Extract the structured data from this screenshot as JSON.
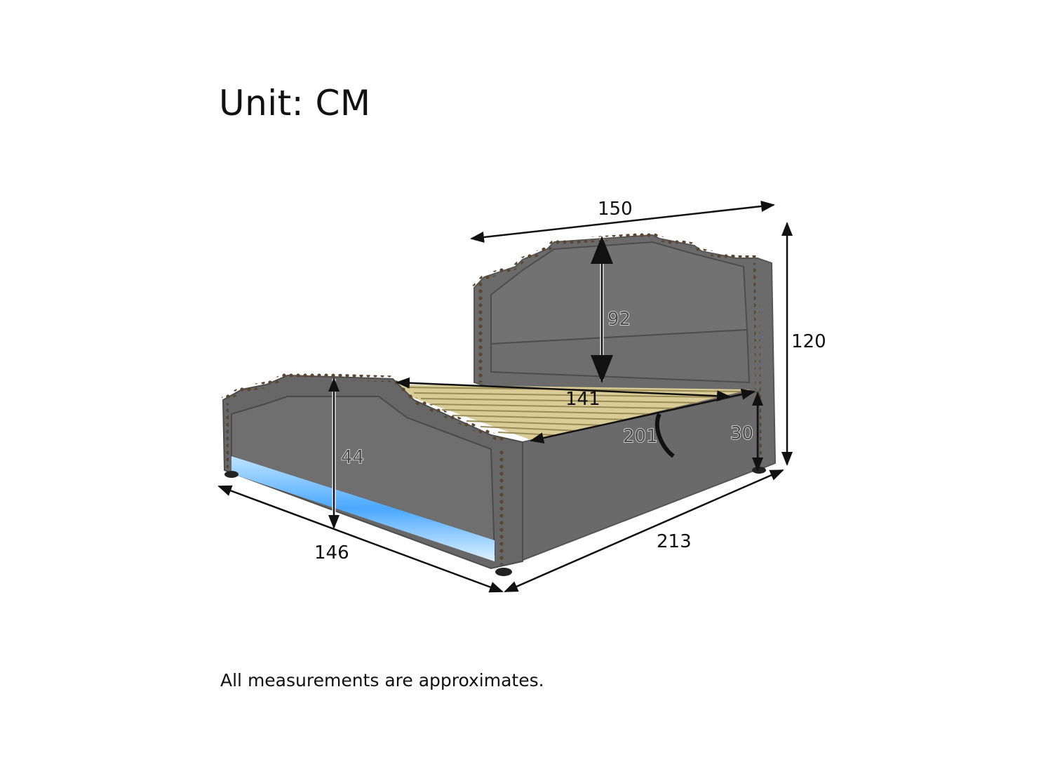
{
  "title": "Unit: CM",
  "footnote": "All measurements are approximates.",
  "product": {
    "name": "upholstered storage bed with LED base",
    "colors": {
      "upholstery": "#6b6b6b",
      "upholstery_dark": "#555555",
      "slats": "#e3d7a6",
      "studs": "#5a4630",
      "led": "#4aa8ff"
    }
  },
  "dimensions": {
    "headboard_width": "150",
    "total_height": "120",
    "headboard_panel_height": "92",
    "inner_width": "141",
    "inner_length": "201",
    "side_rail_height": "30",
    "footboard_height": "44",
    "footboard_width": "146",
    "total_length": "213"
  }
}
